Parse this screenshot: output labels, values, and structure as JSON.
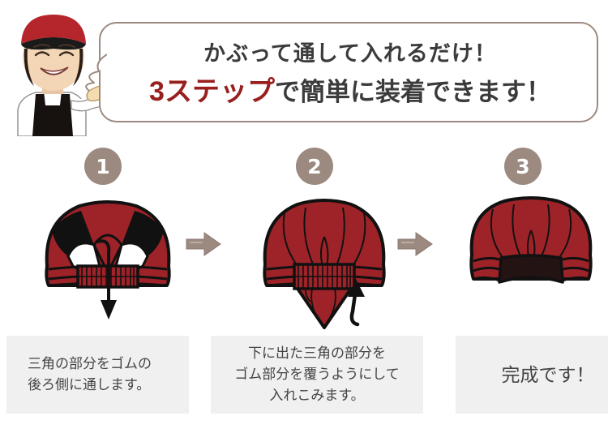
{
  "headline": {
    "line1": "かぶって通して入れるだけ！",
    "line2_highlight": "3ステップ",
    "line2_rest": "で簡単に装着できます！"
  },
  "presenter": {
    "alt": "staff-photo-pointing",
    "cap_color": "#b5252c",
    "cap_band_color": "#1a1a1a",
    "apron_color": "#17120f",
    "skin_color": "#f2d9b8"
  },
  "colors": {
    "badge": "#9c8a80",
    "bubble_border": "#9c8a80",
    "arrow": "#9c8a80",
    "cloth_red": "#9e2328",
    "cloth_red_dark": "#7d1b20",
    "cloth_black": "#1a1010",
    "caption_bg": "#f0f0f0",
    "text_dark": "#3b3b3b",
    "accent_red": "#99201f"
  },
  "steps": [
    {
      "number": "1",
      "illustration": "bandana-cap-front-with-down-arrow",
      "caption_lines": [
        "三角の部分をゴムの",
        "後ろ側に通します。"
      ]
    },
    {
      "number": "2",
      "illustration": "bandana-cap-with-triangle-flap-up-arrow",
      "caption_lines": [
        "下に出た三角の部分を",
        "ゴム部分を覆うようにして",
        "入れこみます。"
      ]
    },
    {
      "number": "3",
      "illustration": "finished-bandana-cap",
      "caption_lines": [
        "完成です！"
      ]
    }
  ],
  "connectors": [
    {
      "icon": "arrow-right-icon"
    },
    {
      "icon": "arrow-right-icon"
    }
  ]
}
